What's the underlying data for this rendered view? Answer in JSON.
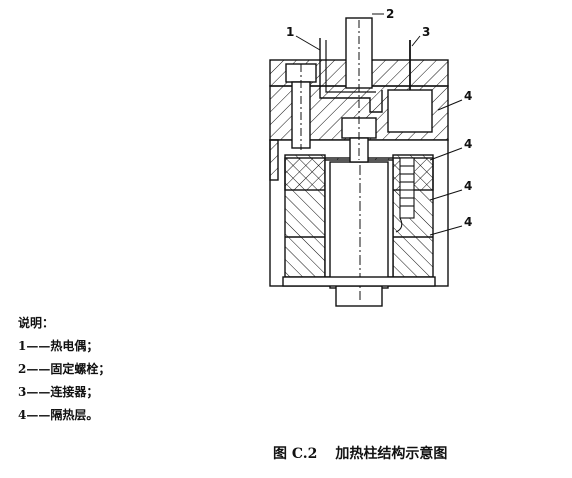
{
  "figure": {
    "labels": [
      "1",
      "2",
      "3",
      "4",
      "4",
      "4",
      "4"
    ]
  },
  "legend": {
    "title": "说明：",
    "items": [
      {
        "num": "1",
        "dash": "——",
        "text": "热电偶；"
      },
      {
        "num": "2",
        "dash": "——",
        "text": "固定螺栓；"
      },
      {
        "num": "3",
        "dash": "——",
        "text": "连接器；"
      },
      {
        "num": "4",
        "dash": "——",
        "text": "隔热层。"
      }
    ]
  },
  "caption": {
    "number": "图 C.2",
    "title": "加热柱结构示意图"
  }
}
